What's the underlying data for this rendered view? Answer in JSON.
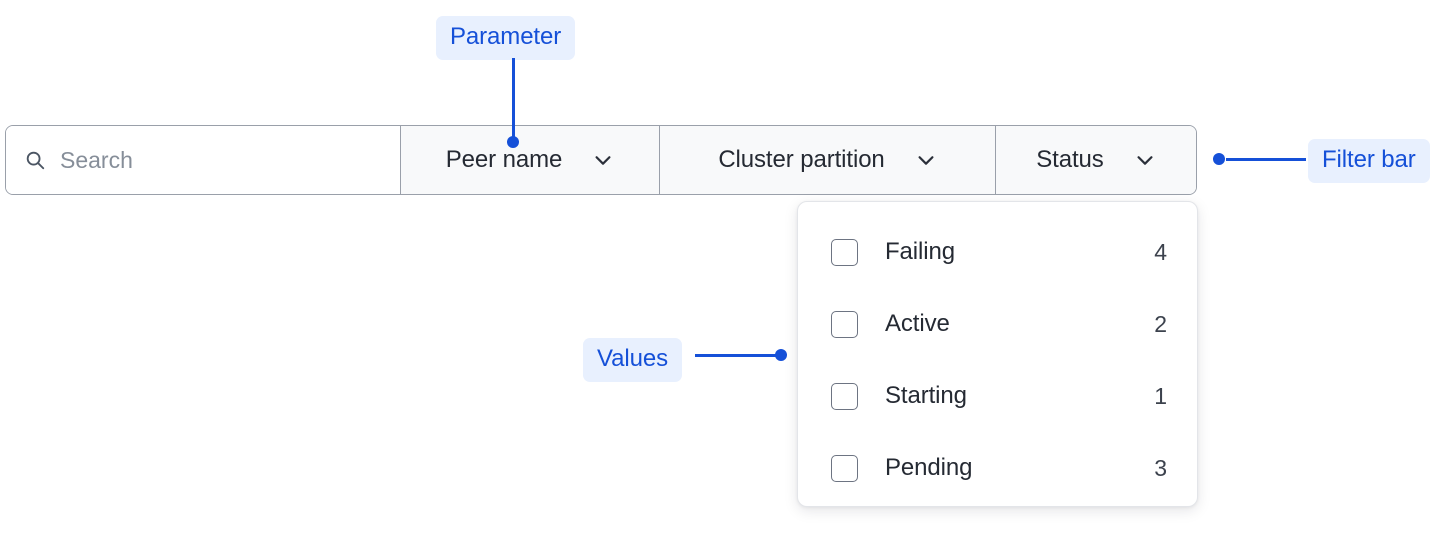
{
  "filter_bar": {
    "search": {
      "placeholder": "Search",
      "value": "",
      "icon": "search-icon"
    },
    "dropdowns": [
      {
        "id": "peer-name",
        "label": "Peer name",
        "icon": "chevron-down-icon"
      },
      {
        "id": "cluster-partition",
        "label": "Cluster partition",
        "icon": "chevron-down-icon"
      },
      {
        "id": "status",
        "label": "Status",
        "icon": "chevron-down-icon"
      }
    ]
  },
  "dropdown_panel": {
    "owner": "status",
    "options": [
      {
        "label": "Failing",
        "count": "4",
        "checked": false
      },
      {
        "label": "Active",
        "count": "2",
        "checked": false
      },
      {
        "label": "Starting",
        "count": "1",
        "checked": false
      },
      {
        "label": "Pending",
        "count": "3",
        "checked": false
      }
    ]
  },
  "annotations": [
    {
      "id": "parameter",
      "label": "Parameter"
    },
    {
      "id": "values",
      "label": "Values"
    },
    {
      "id": "filter-bar",
      "label": "Filter bar"
    }
  ],
  "colors": {
    "annotation_text": "#1550d8",
    "annotation_chip_bg": "#e8f0fe",
    "bar_border": "#9aa0aa",
    "dropdown_cell_bg": "#f8f9fa",
    "panel_border": "#e3e5e9",
    "checkbox_border": "#6d7482",
    "text_primary": "#252a33",
    "placeholder": "#868e99"
  }
}
